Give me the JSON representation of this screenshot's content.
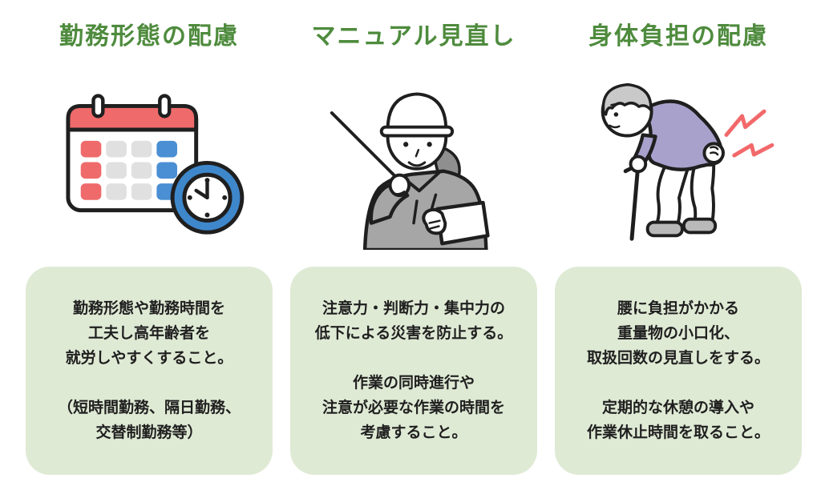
{
  "colors": {
    "title_green": "#4e8b3d",
    "card_background": "#dfead5",
    "outline_black": "#1f1f1f",
    "calendar_red": "#ef6a6b",
    "calendar_gray": "#e0e0e0",
    "calendar_blue": "#4a8fd3",
    "clock_ring_blue": "#3f87cb",
    "uniform_gray": "#a6a6a6",
    "ponytail_gray": "#8f8f8f",
    "sweater_purple": "#a8a1cc",
    "hair_gray": "#c9c9c9",
    "shoe_gray": "#b9b9b9",
    "pain_red": "#f2696b",
    "white": "#ffffff"
  },
  "columns": [
    {
      "title": "勤務形態の配慮",
      "illustration": "calendar-and-clock",
      "body": "勤務形態や勤務時間を\n工夫し高年齢者を\n就労しやすくすること。\n\n（短時間勤務、隔日勤務、\n交替制勤務等）"
    },
    {
      "title": "マニュアル見直し",
      "illustration": "worker-pointing",
      "body": "注意力・判断力・集中力の\n低下による災害を防止する。\n\n作業の同時進行や\n注意が必要な作業の時間を\n考慮すること。"
    },
    {
      "title": "身体負担の配慮",
      "illustration": "elderly-back-pain",
      "body": "腰に負担がかかる\n重量物の小口化、\n取扱回数の見直しをする。\n\n定期的な休憩の導入や\n作業休止時間を取ること。"
    }
  ]
}
